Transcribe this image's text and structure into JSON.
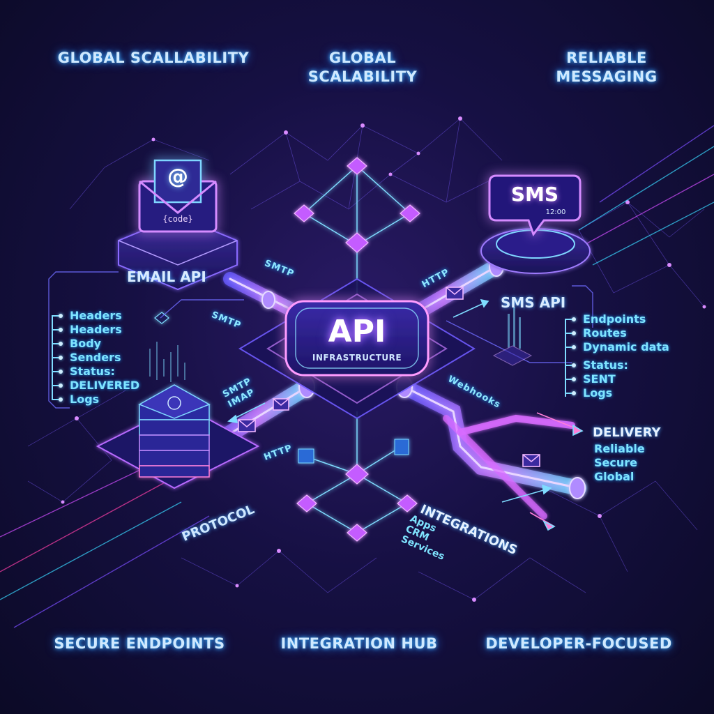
{
  "headings": {
    "top_left": "GLOBAL SCALLABILITY",
    "top_center": "GLOBAL\nSCALABILITY",
    "top_right": "RELIABLE\nMESSAGING",
    "bottom_left": "SECURE ENDPOINTS",
    "bottom_center": "INTEGRATION HUB",
    "bottom_right": "DEVELOPER-FOCUSED"
  },
  "hub": {
    "title": "API",
    "subtitle": "INFRASTRUCTURE"
  },
  "email": {
    "icon_at": "@",
    "icon_code": "{code}",
    "label": "EMAIL API",
    "items": [
      "Headers",
      "Headers",
      "Body",
      "Senders",
      "Status:",
      "DELIVERED",
      "Logs"
    ]
  },
  "sms": {
    "icon_text": "SMS",
    "icon_time": "12:00",
    "label": "SMS API",
    "items": [
      "Endpoints",
      "Routes",
      "Dynamic data",
      "Status:",
      "SENT",
      "Logs"
    ]
  },
  "protocols": {
    "smtp_1": "SMTP",
    "smtp_2": "SMTP",
    "smtp_imap": "SMTP\nIMAP",
    "http_top": "HTTP",
    "http_bottom": "HTTP",
    "webhooks": "Webhooks",
    "protocol": "PROTOCOL"
  },
  "delivery": {
    "title": "DELIVERY",
    "items": [
      "Reliable",
      "Secure",
      "Global"
    ]
  },
  "integrations": {
    "title": "INTEGRATIONS",
    "items": [
      "Apps",
      "CRM",
      "Services"
    ]
  },
  "colors": {
    "background": "#161043",
    "cyan": "#39d8ff",
    "magenta": "#d14dff",
    "violet": "#7b4dff",
    "pink": "#ff3fa8"
  }
}
